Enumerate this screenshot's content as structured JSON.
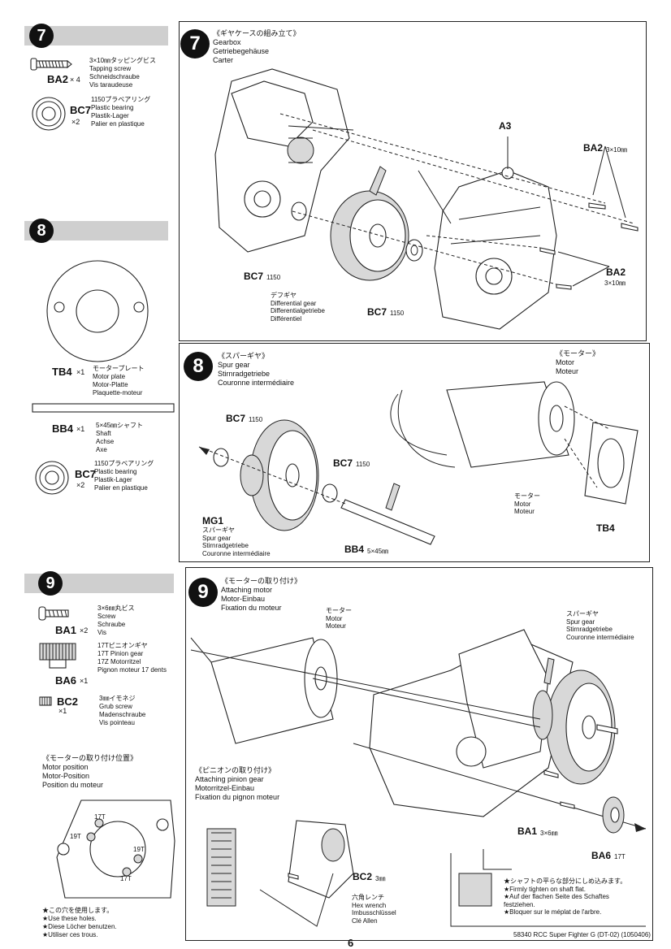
{
  "left_column": {
    "step7": {
      "number": "7",
      "parts": [
        {
          "code": "BA2",
          "qty": "× 4",
          "desc": "3×10㎜タッピングビス\nTapping screw\nSchneidschraube\nVis taraudeuse",
          "icon": "tapping-screw-icon"
        },
        {
          "code": "BC7",
          "qty": "×2",
          "desc": "1150プラベアリング\nPlastic bearing\nPlastik-Lager\nPalier en plastique",
          "icon": "plastic-bearing-icon"
        }
      ]
    },
    "step8": {
      "number": "8",
      "parts": [
        {
          "code": "TB4",
          "qty": "×1",
          "desc": "モータープレート\nMotor plate\nMotor-Platte\nPlaquette-moteur",
          "icon": "motor-plate-icon"
        },
        {
          "code": "BB4",
          "qty": "×1",
          "desc": "5×45㎜シャフト\nShaft\nAchse\nAxe",
          "icon": "shaft-icon"
        },
        {
          "code": "BC7",
          "qty": "×2",
          "desc": "1150プラベアリング\nPlastic bearing\nPlastik-Lager\nPalier en plastique",
          "icon": "plastic-bearing-icon"
        }
      ]
    },
    "step9": {
      "number": "9",
      "parts": [
        {
          "code": "BA1",
          "qty": "×2",
          "desc": "3×6㎜丸ビス\nScrew\nSchraube\nVis",
          "icon": "round-screw-icon"
        },
        {
          "code": "BA6",
          "qty": "×1",
          "desc": "17Tピニオンギヤ\n17T Pinion gear\n17Z Motorritzel\nPignon moteur 17 dents",
          "icon": "pinion-gear-icon"
        },
        {
          "code": "BC2",
          "qty": "×1",
          "desc": "3㎜イモネジ\nGrub screw\nMadenschraube\nVis pointeau",
          "icon": "grub-screw-icon"
        }
      ],
      "motor_position": {
        "title": "《モーターの取り付け位置》\nMotor position\nMotor-Position\nPosition du moteur",
        "labels": [
          "17T",
          "19T",
          "19T",
          "17T"
        ],
        "note": "★この穴を使用します。\n★Use these holes.\n★Diese Löcher benutzen.\n★Utiliser ces trous."
      }
    }
  },
  "panel7": {
    "number": "7",
    "title": "《ギヤケースの組み立て》\nGearbox\nGetriebegehäuse\nCarter",
    "labels": {
      "a3": "A3",
      "ba2_top": "BA2",
      "ba2_top_size": "3×10㎜",
      "ba2_right": "BA2",
      "ba2_right_size": "3×10㎜",
      "bc7_left": "BC7",
      "bc7_left_size": "1150",
      "bc7_bottom": "BC7",
      "bc7_bottom_size": "1150",
      "diff_gear": "デフギヤ\nDifferential gear\nDifferentialgetriebe\nDifférentiel"
    }
  },
  "panel8": {
    "number": "8",
    "title": "《スパーギヤ》\nSpur gear\nStirnradgetriebe\nCouronne intermédiaire",
    "labels": {
      "motor_top": "《モーター》\nMotor\nMoteur",
      "motor_mid": "モーター\nMotor\nMoteur",
      "bc7_left": "BC7",
      "bc7_left_size": "1150",
      "bc7_right": "BC7",
      "bc7_right_size": "1150",
      "mg1": "MG1",
      "mg1_desc": "スパーギヤ\nSpur gear\nStirnradgetriebe\nCouronne intermédiaire",
      "bb4": "BB4",
      "bb4_size": "5×45㎜",
      "tb4": "TB4"
    }
  },
  "panel9": {
    "number": "9",
    "title": "《モーターの取り付け》\nAttaching motor\nMotor-Einbau\nFixation du moteur",
    "labels": {
      "motor": "モーター\nMotor\nMoteur",
      "spur": "スパーギヤ\nSpur gear\nStirnradgetriebe\nCouronne intermédiaire",
      "pinion_title": "《ピニオンの取り付け》\nAttaching pinion gear\nMotorritzel-Einbau\nFixation du pignon moteur",
      "ba1": "BA1",
      "ba1_size": "3×6㎜",
      "ba6": "BA6",
      "ba6_size": "17T",
      "bc2": "BC2",
      "bc2_size": "3㎜",
      "hex": "六角レンチ\nHex wrench\nImbusschlüssel\nClé Allen",
      "note": "★シャフトの平らな部分にしめ込みます。\n★Firmly tighten on shaft flat.\n★Auf der flachen Seite des Schaftes\nfestziehen.\n★Bloquer sur le méplat de l'arbre."
    }
  },
  "footer": {
    "page": "6",
    "product": "58340  RCC Super Fighter G (DT-02) (1050406)"
  }
}
